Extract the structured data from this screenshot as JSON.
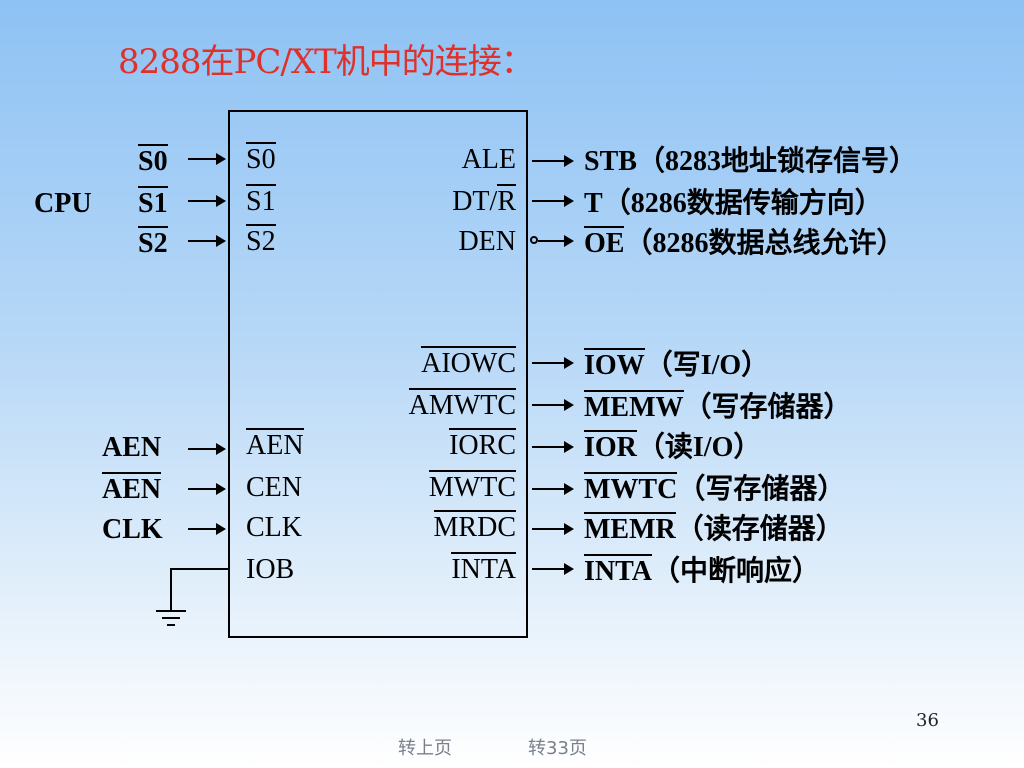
{
  "title": "8288在PC/XT机中的连接：",
  "cpu_label": "CPU",
  "left_external": [
    {
      "text": "S0"
    },
    {
      "text": "S1"
    },
    {
      "text": "S2"
    },
    {
      "text": "AEN"
    },
    {
      "text": "AEN"
    },
    {
      "text": "CLK"
    }
  ],
  "chip_left_pins": [
    "S0",
    "S1",
    "S2",
    "AEN",
    "CEN",
    "CLK",
    "IOB"
  ],
  "chip_right_pins": [
    "ALE",
    "DT/R",
    "DEN",
    "AIOWC",
    "AMWTC",
    "IORC",
    "MWTC",
    "MRDC",
    "INTA"
  ],
  "dt_r_parts": {
    "a": "DT/",
    "b": "R"
  },
  "right_signals": [
    {
      "name": "STB",
      "desc": "（8283地址锁存信号）"
    },
    {
      "name": "T",
      "desc": "（8286数据传输方向）"
    },
    {
      "name": "OE",
      "desc": "（8286数据总线允许）"
    },
    {
      "name": "IOW",
      "desc": "（写I/O）"
    },
    {
      "name": "MEMW",
      "desc": "（写存储器）"
    },
    {
      "name": "IOR",
      "desc": "（读I/O）"
    },
    {
      "name": "MWTC",
      "desc": "（写存储器）"
    },
    {
      "name": "MEMR",
      "desc": "（读存储器）"
    },
    {
      "name": "INTA",
      "desc": "（中断响应）"
    }
  ],
  "page_number": "36",
  "nav": {
    "prev": "转上页",
    "goto": "转33页"
  }
}
